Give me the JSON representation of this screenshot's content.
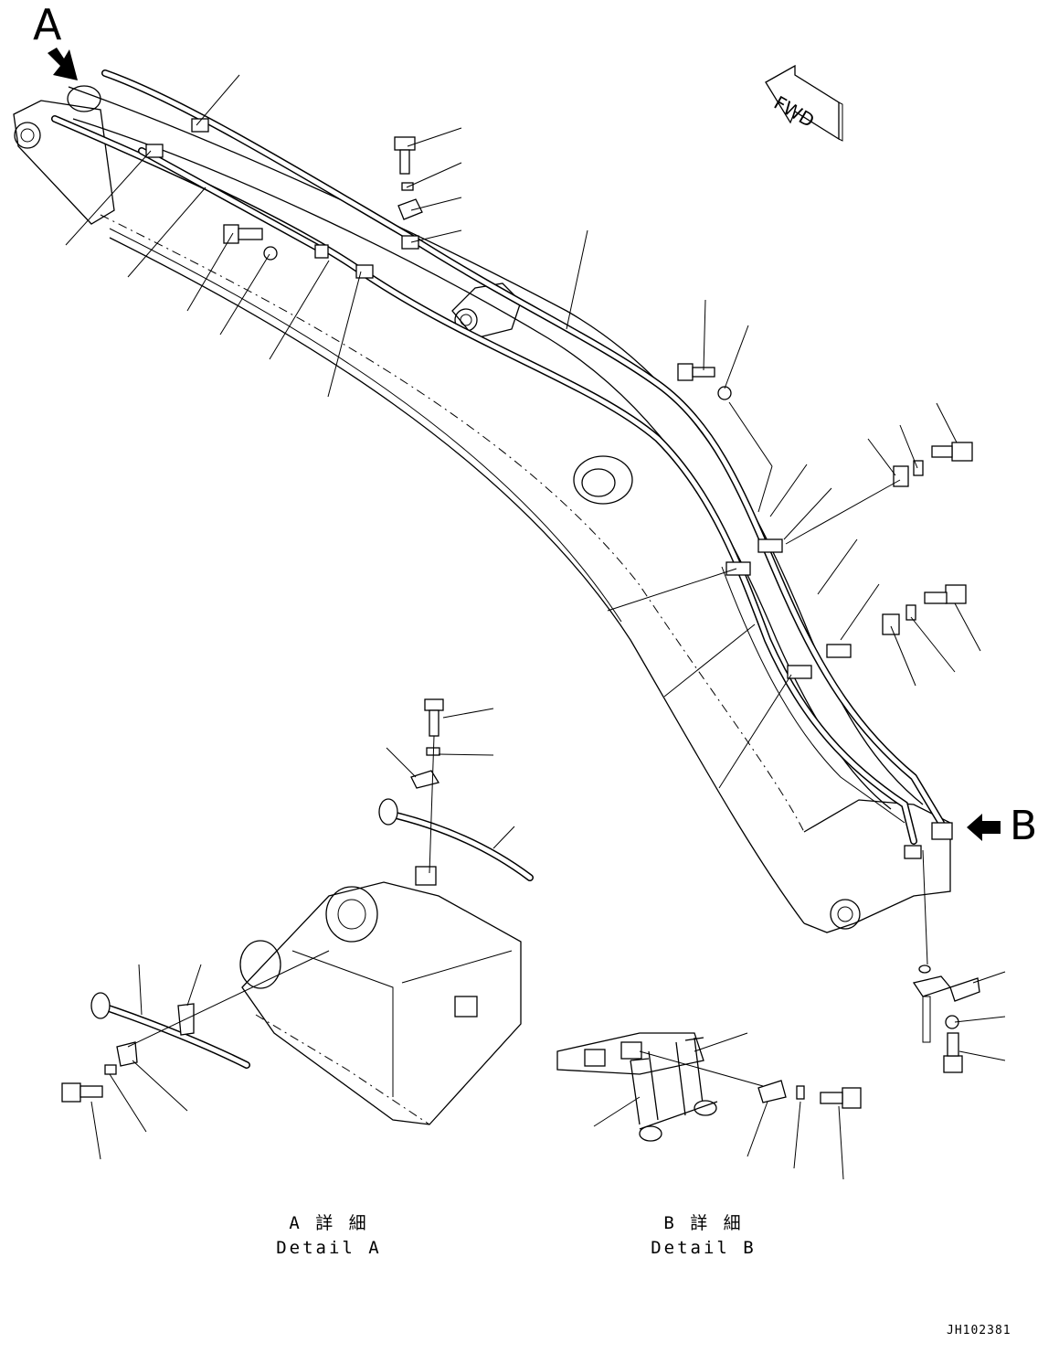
{
  "labels": {
    "view_a": "A",
    "view_b": "B",
    "fwd": "FWD",
    "detail_a_jp": "A 詳 細",
    "detail_a_en": "Detail A",
    "detail_b_jp": "B 詳 細",
    "detail_b_en": "Detail B",
    "drawing_code": "JH102381"
  },
  "colors": {
    "ink": "#000000",
    "paper": "#ffffff"
  }
}
